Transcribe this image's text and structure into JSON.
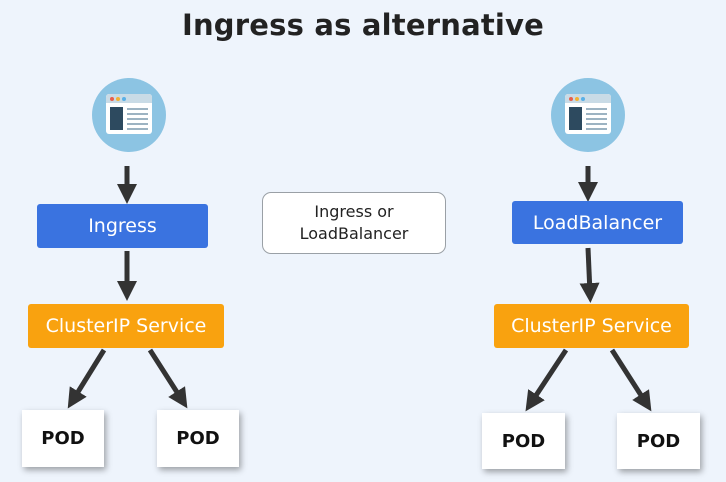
{
  "title": "Ingress as alternative",
  "left": {
    "top_label": "Ingress",
    "service_label": "ClusterIP Service",
    "pods": [
      "POD",
      "POD"
    ]
  },
  "middle": {
    "line1": "Ingress or",
    "line2": "LoadBalancer"
  },
  "right": {
    "top_label": "LoadBalancer",
    "service_label": "ClusterIP Service",
    "pods": [
      "POD",
      "POD"
    ]
  },
  "colors": {
    "background": "#eef4fc",
    "blue": "#3a73e0",
    "orange": "#f9a20f",
    "icon_circle": "#8cc4e3",
    "arrow": "#333333"
  },
  "icons": [
    "browser-window-icon",
    "browser-window-icon"
  ]
}
